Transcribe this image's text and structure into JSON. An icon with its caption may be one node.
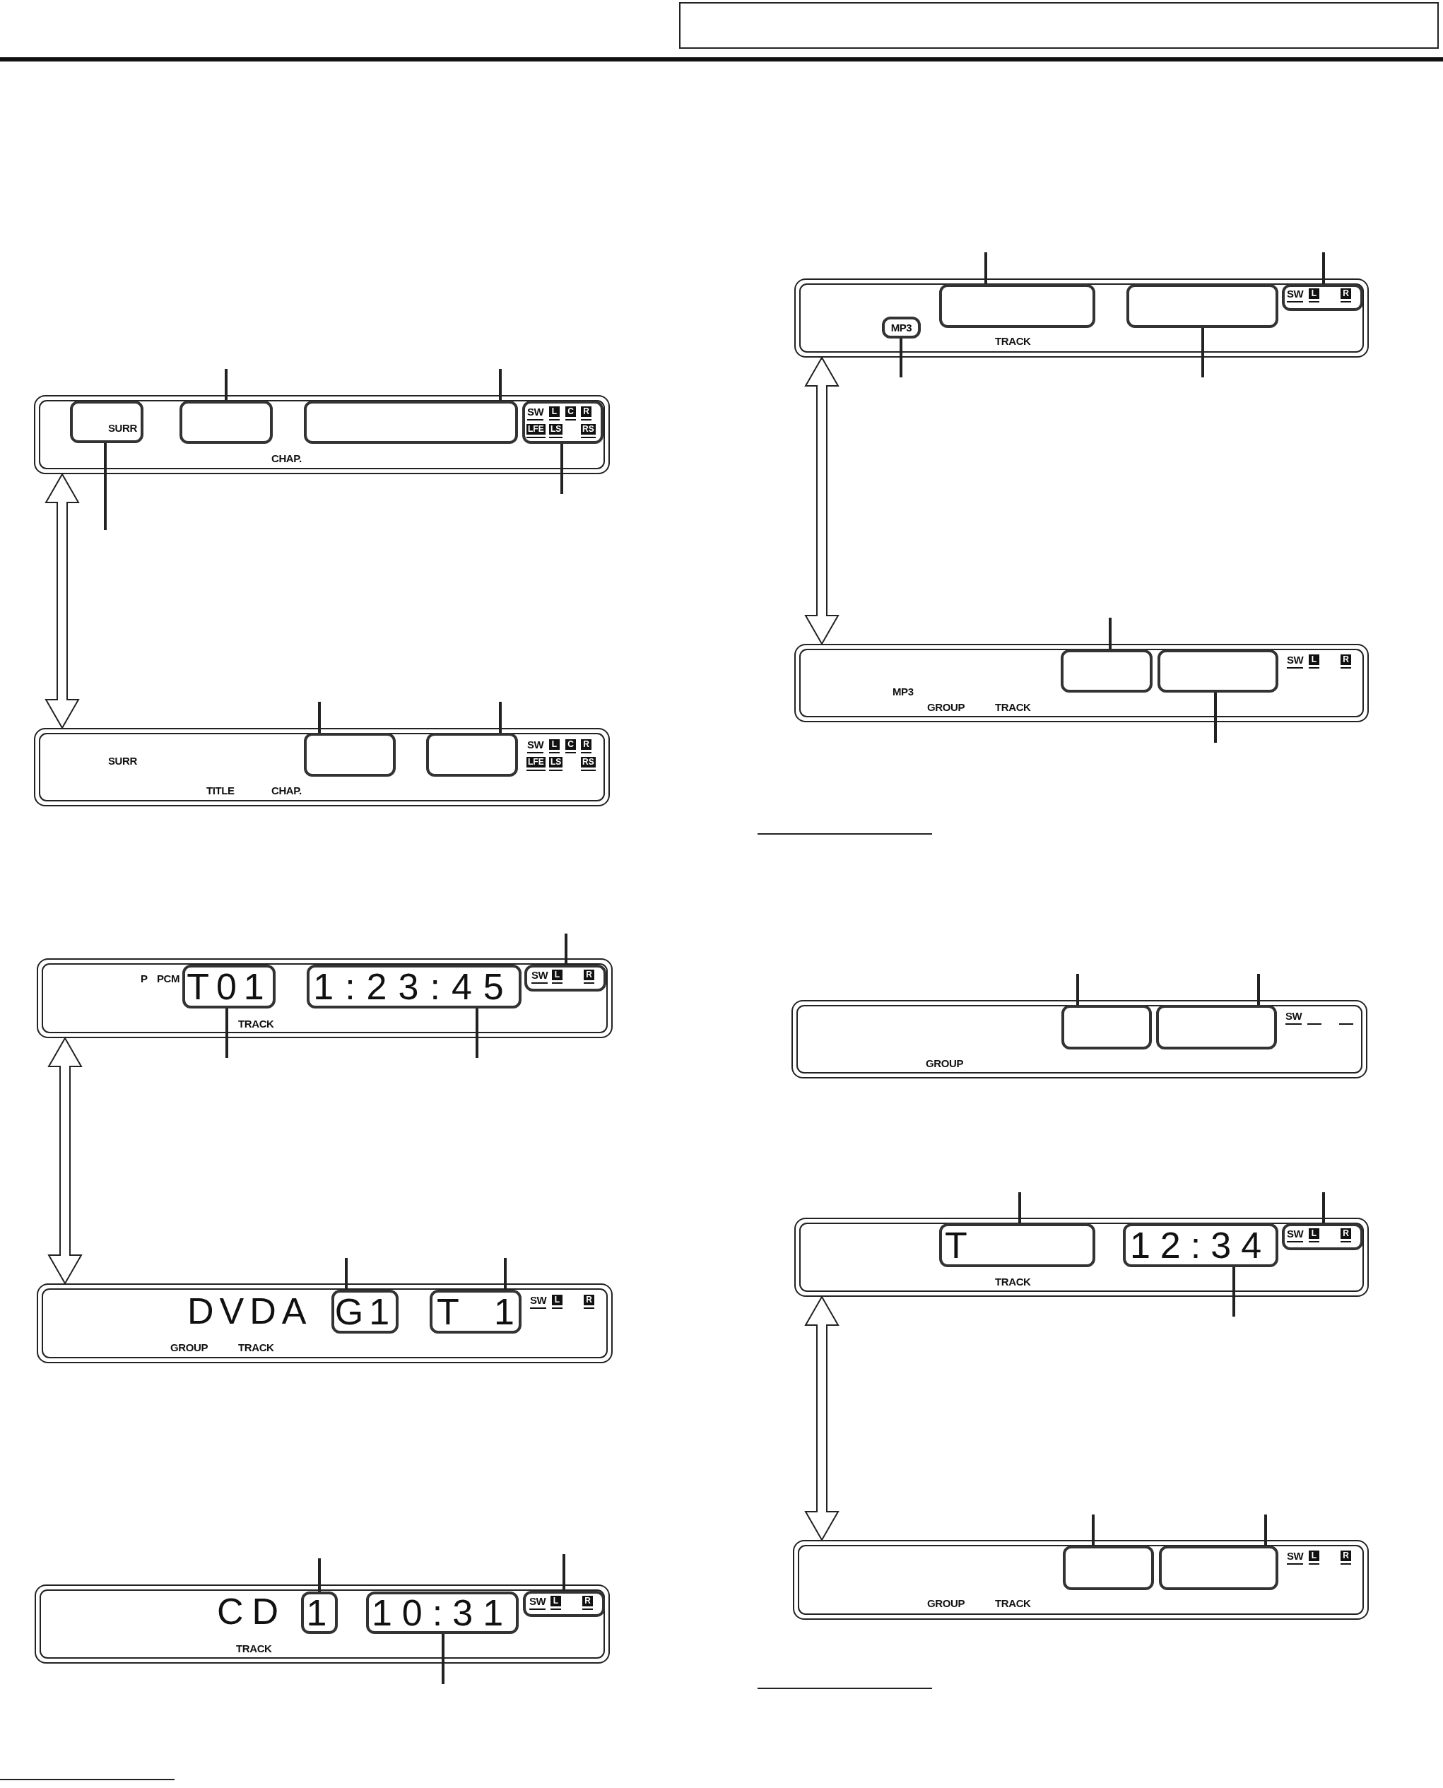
{
  "diagram": {
    "nodes": [
      {
        "text": [
          "CHAP."
        ]
      },
      {
        "text": [
          "SURR"
        ],
        "in": 0
      },
      {
        "text": [],
        "shape": "box",
        "in": 0
      },
      {
        "text": [],
        "shape": "box",
        "in": 0
      },
      {
        "text": [
          "SW",
          "L",
          "C",
          "R",
          "LFE",
          "LS",
          "RS"
        ],
        "in": 0
      },
      {
        "text": [
          "SW",
          "L",
          "C",
          "R",
          "SURR",
          "LFE",
          "LS",
          "RS",
          "TITLE",
          "CHAP."
        ]
      },
      {
        "text": [],
        "shape": "box",
        "in": 5
      },
      {
        "text": [],
        "shape": "box",
        "in": 5
      },
      {
        "text": [
          "P",
          "PCM",
          "TRACK"
        ]
      },
      {
        "text": [
          "T01"
        ],
        "in": 8
      },
      {
        "text": [
          "1:23:45"
        ],
        "in": 8
      },
      {
        "text": [
          "SW",
          "L",
          "R"
        ],
        "in": 8
      },
      {
        "text": [
          "DVDA",
          "SW",
          "L",
          "R",
          "GROUP",
          "TRACK"
        ]
      },
      {
        "text": [
          "G1"
        ],
        "in": 12
      },
      {
        "text": [
          "T 1"
        ],
        "in": 12
      },
      {
        "text": [
          "CD",
          "TRACK"
        ]
      },
      {
        "text": [
          "1"
        ],
        "in": 15
      },
      {
        "text": [
          "10:31"
        ],
        "in": 15
      },
      {
        "text": [
          "SW",
          "L",
          "R"
        ],
        "in": 15
      },
      {
        "text": [
          "TRACK"
        ]
      },
      {
        "text": [],
        "shape": "box",
        "in": 19
      },
      {
        "text": [],
        "shape": "box",
        "in": 19
      },
      {
        "text": [
          "SW",
          "L",
          "R"
        ],
        "in": 19
      },
      {
        "text": [
          "MP3"
        ],
        "in": 19
      },
      {
        "text": [
          "SW",
          "L",
          "R",
          "MP3",
          "GROUP",
          "TRACK"
        ]
      },
      {
        "text": [],
        "shape": "box",
        "in": 24
      },
      {
        "text": [],
        "shape": "box",
        "in": 24
      },
      {
        "text": [
          "SW",
          "GROUP"
        ]
      },
      {
        "text": [],
        "shape": "box",
        "in": 27
      },
      {
        "text": [],
        "shape": "box",
        "in": 27
      },
      {
        "text": [
          "TRACK"
        ]
      },
      {
        "text": [
          "T"
        ],
        "in": 30
      },
      {
        "text": [
          "12:34"
        ],
        "in": 30
      },
      {
        "text": [
          "SW",
          "L",
          "R"
        ],
        "in": 30
      },
      {
        "text": [
          "SW",
          "L",
          "R",
          "GROUP",
          "TRACK"
        ]
      },
      {
        "text": [],
        "shape": "box",
        "in": 34
      },
      {
        "text": [],
        "shape": "box",
        "in": 34
      }
    ],
    "edges": [
      {
        "from": null,
        "to": 1,
        "arrow": "none"
      },
      {
        "from": null,
        "to": 2,
        "arrow": "none"
      },
      {
        "from": null,
        "to": 3,
        "arrow": "none"
      },
      {
        "from": null,
        "to": 4,
        "arrow": "none"
      },
      {
        "from": 0,
        "to": 5,
        "arrow": "both"
      },
      {
        "from": null,
        "to": 6,
        "arrow": "none"
      },
      {
        "from": null,
        "to": 7,
        "arrow": "none"
      },
      {
        "from": null,
        "to": 9,
        "arrow": "none"
      },
      {
        "from": null,
        "to": 10,
        "arrow": "none"
      },
      {
        "from": null,
        "to": 11,
        "arrow": "none"
      },
      {
        "from": 8,
        "to": 12,
        "arrow": "both"
      },
      {
        "from": null,
        "to": 13,
        "arrow": "none"
      },
      {
        "from": null,
        "to": 14,
        "arrow": "none"
      },
      {
        "from": null,
        "to": 16,
        "arrow": "none"
      },
      {
        "from": null,
        "to": 17,
        "arrow": "none"
      },
      {
        "from": null,
        "to": 18,
        "arrow": "none"
      },
      {
        "from": null,
        "to": 20,
        "arrow": "none"
      },
      {
        "from": null,
        "to": 21,
        "arrow": "none"
      },
      {
        "from": null,
        "to": 22,
        "arrow": "none"
      },
      {
        "from": null,
        "to": 23,
        "arrow": "none"
      },
      {
        "from": 19,
        "to": 24,
        "arrow": "both"
      },
      {
        "from": null,
        "to": 25,
        "arrow": "none"
      },
      {
        "from": null,
        "to": 26,
        "arrow": "none"
      },
      {
        "from": null,
        "to": 28,
        "arrow": "none"
      },
      {
        "from": null,
        "to": 29,
        "arrow": "none"
      },
      {
        "from": null,
        "to": 31,
        "arrow": "none"
      },
      {
        "from": null,
        "to": 32,
        "arrow": "none"
      },
      {
        "from": null,
        "to": 33,
        "arrow": "none"
      },
      {
        "from": 30,
        "to": 34,
        "arrow": "both"
      },
      {
        "from": null,
        "to": 35,
        "arrow": "none"
      },
      {
        "from": null,
        "to": 36,
        "arrow": "none"
      }
    ]
  }
}
